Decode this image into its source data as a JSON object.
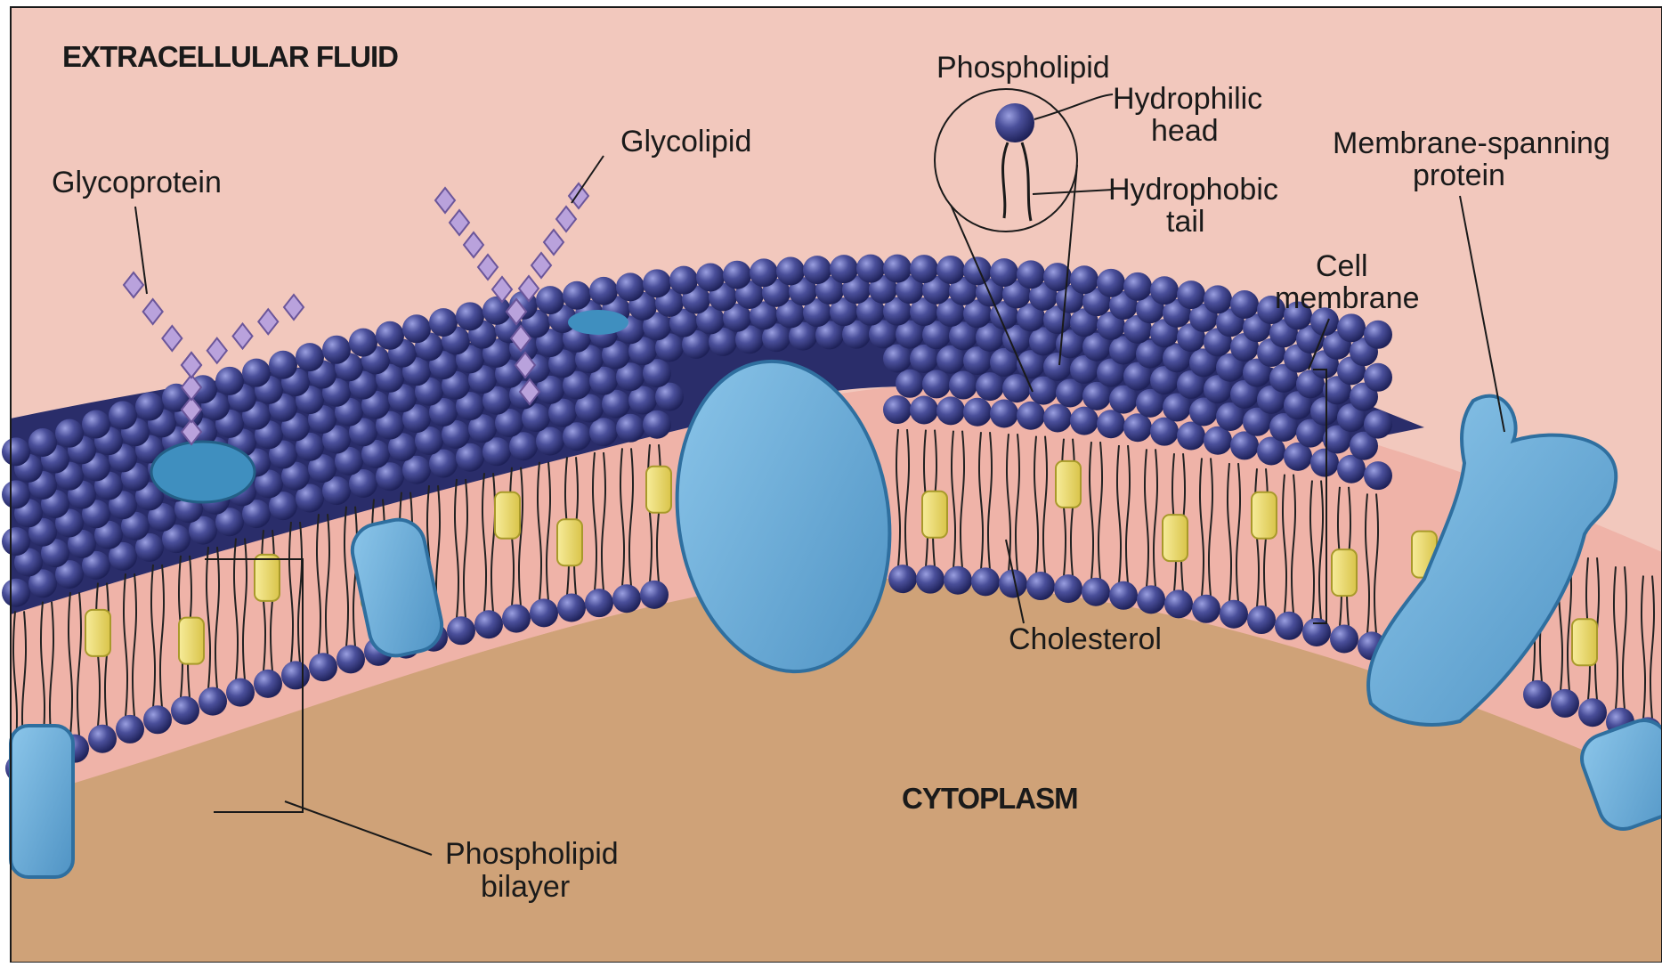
{
  "colors": {
    "extracellular": "#f2c8bd",
    "cytoplasm": "#cfa278",
    "bilayer_interior": "#efb3a8",
    "head": "#3b3f86",
    "head_highlight": "#8a8fd2",
    "tail": "#222222",
    "protein": "#6aaedc",
    "protein_edge": "#2f6f9f",
    "cholesterol": "#eedc6a",
    "sugar_chain": "#b9a2dc",
    "frame": "#1a1a1a"
  },
  "regions": {
    "extracellular": "EXTRACELLULAR FLUID",
    "cytoplasm": "CYTOPLASM"
  },
  "labels": {
    "glycoprotein": "Glycoprotein",
    "glycolipid": "Glycolipid",
    "phospholipid": "Phospholipid",
    "hydrophilic_1": "Hydrophilic",
    "hydrophilic_2": "head",
    "hydrophobic_1": "Hydrophobic",
    "hydrophobic_2": "tail",
    "membrane_spanning_1": "Membrane-spanning",
    "membrane_spanning_2": "protein",
    "cell_membrane_1": "Cell",
    "cell_membrane_2": "membrane",
    "cholesterol": "Cholesterol",
    "phospholipid_bilayer_1": "Phospholipid",
    "phospholipid_bilayer_2": "bilayer"
  },
  "icons": [
    "phospholipid-head-icon",
    "cholesterol-icon",
    "protein-icon",
    "sugar-chain-icon"
  ]
}
